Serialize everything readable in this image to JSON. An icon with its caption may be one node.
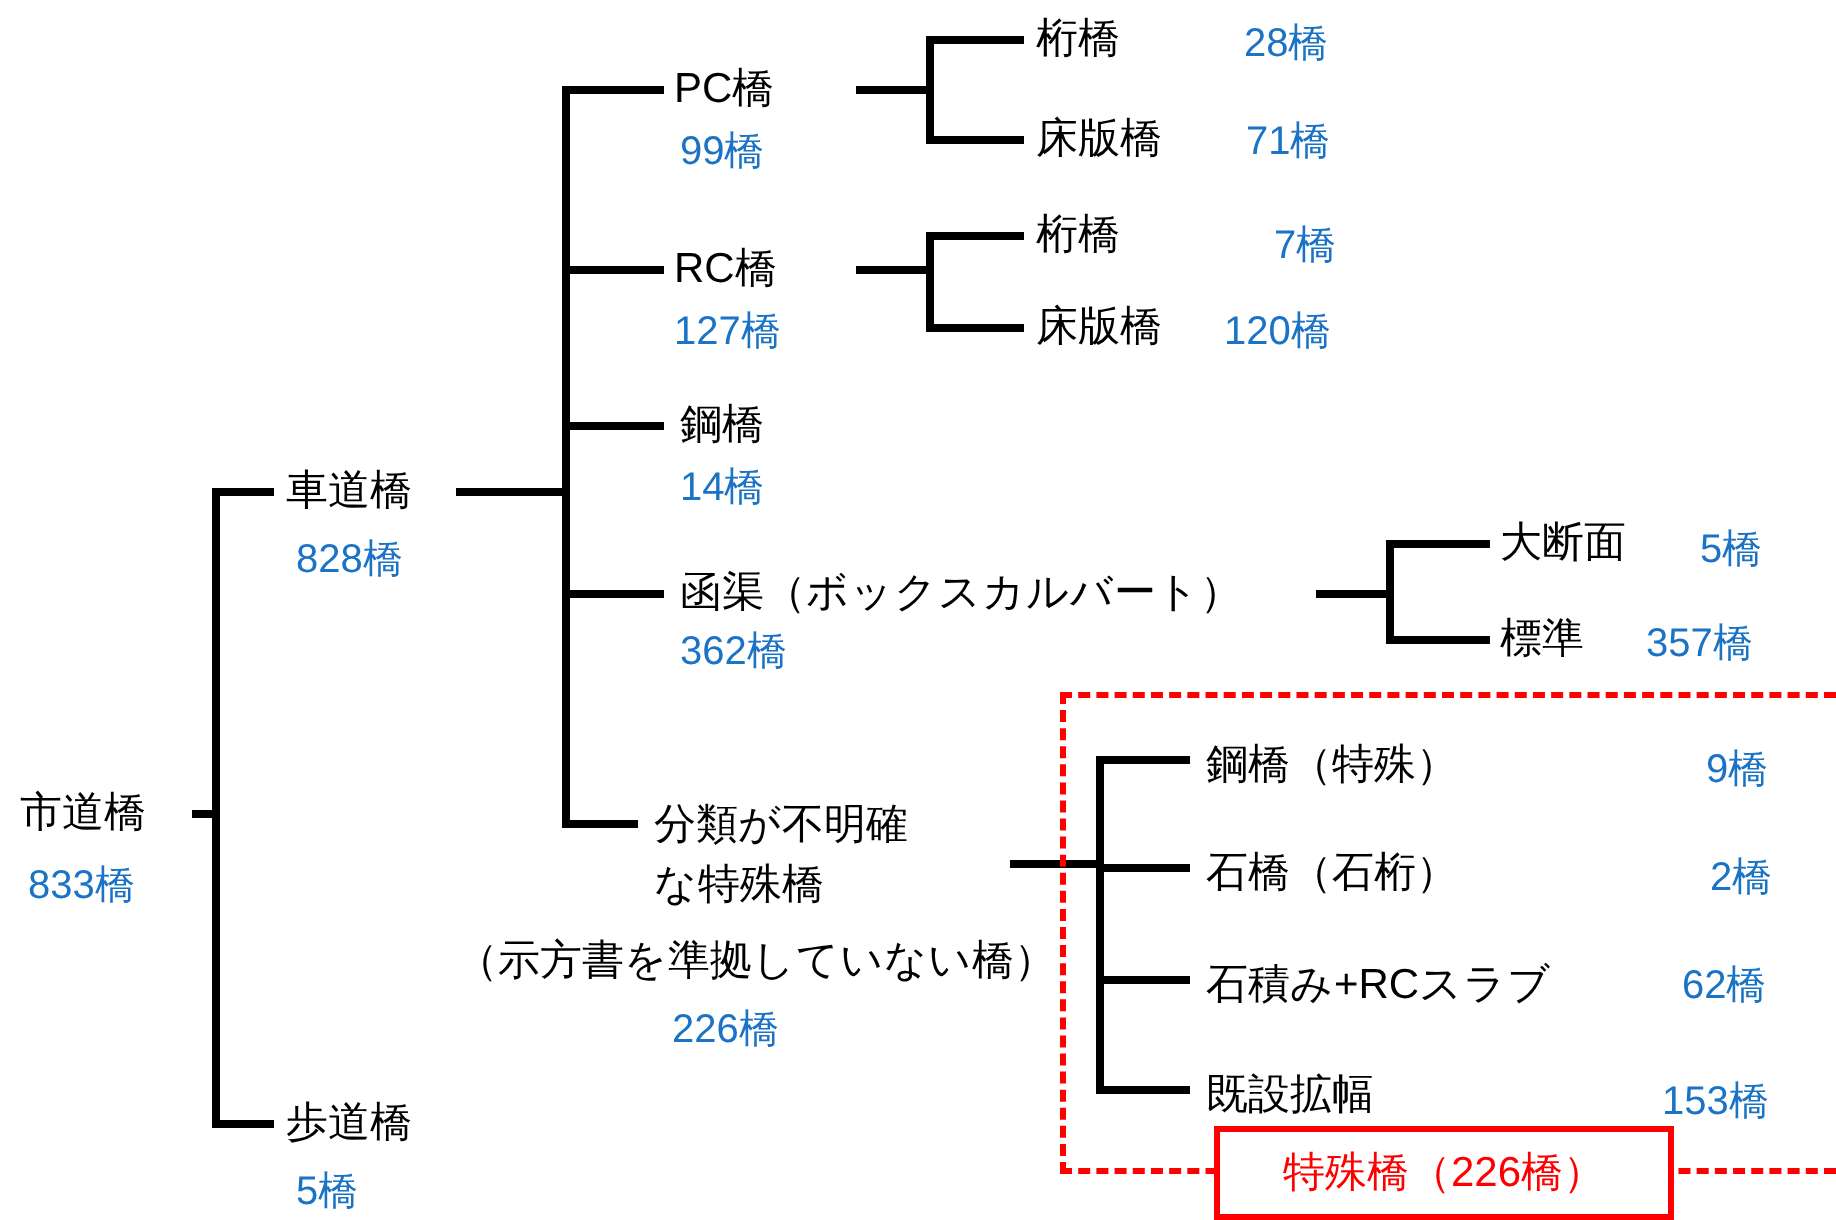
{
  "diagram": {
    "nodes": [
      {
        "text": [
          "市道橋",
          "833橋"
        ]
      },
      {
        "text": [
          "車道橋",
          "828橋"
        ]
      },
      {
        "text": [
          "歩道橋",
          "5橋"
        ]
      },
      {
        "text": [
          "PC橋",
          "99橋"
        ]
      },
      {
        "text": [
          "RC橋",
          "127橋"
        ]
      },
      {
        "text": [
          "鋼橋",
          "14橋"
        ]
      },
      {
        "text": [
          "函渠（ボックスカルバート）",
          "362橋"
        ]
      },
      {
        "text": [
          "分類が不明確な特殊橋"
        ],
        "beside": [
          "（示方書を準拠していない橋）",
          "226橋"
        ]
      },
      {
        "text": [
          "桁橋",
          "28橋"
        ]
      },
      {
        "text": [
          "床版橋",
          "71橋"
        ]
      },
      {
        "text": [
          "桁橋",
          "7橋"
        ]
      },
      {
        "text": [
          "床版橋",
          "120橋"
        ]
      },
      {
        "text": [
          "大断面",
          "5橋"
        ]
      },
      {
        "text": [
          "標準",
          "357橋"
        ]
      },
      {
        "text": [
          "特殊橋（226橋）"
        ]
      },
      {
        "text": [
          "鋼橋（特殊）",
          "9橋"
        ],
        "in": 14
      },
      {
        "text": [
          "石橋（石桁）",
          "2橋"
        ],
        "in": 14
      },
      {
        "text": [
          "石積み+RCスラブ",
          "62橋"
        ],
        "in": 14
      },
      {
        "text": [
          "既設拡幅",
          "153橋"
        ],
        "in": 14
      }
    ],
    "edges": [
      {
        "from": 0,
        "to": 1,
        "arrow": "none"
      },
      {
        "from": 0,
        "to": 2,
        "arrow": "none"
      },
      {
        "from": 1,
        "to": 3,
        "arrow": "none"
      },
      {
        "from": 1,
        "to": 4,
        "arrow": "none"
      },
      {
        "from": 1,
        "to": 5,
        "arrow": "none"
      },
      {
        "from": 1,
        "to": 6,
        "arrow": "none"
      },
      {
        "from": 1,
        "to": 7,
        "arrow": "none"
      },
      {
        "from": 3,
        "to": 8,
        "arrow": "none"
      },
      {
        "from": 3,
        "to": 9,
        "arrow": "none"
      },
      {
        "from": 4,
        "to": 10,
        "arrow": "none"
      },
      {
        "from": 4,
        "to": 11,
        "arrow": "none"
      },
      {
        "from": 6,
        "to": 12,
        "arrow": "none"
      },
      {
        "from": 6,
        "to": 13,
        "arrow": "none"
      },
      {
        "from": 7,
        "to": 15,
        "arrow": "none"
      },
      {
        "from": 7,
        "to": 16,
        "arrow": "none"
      },
      {
        "from": 7,
        "to": 17,
        "arrow": "none"
      },
      {
        "from": 7,
        "to": 18,
        "arrow": "none"
      }
    ]
  }
}
